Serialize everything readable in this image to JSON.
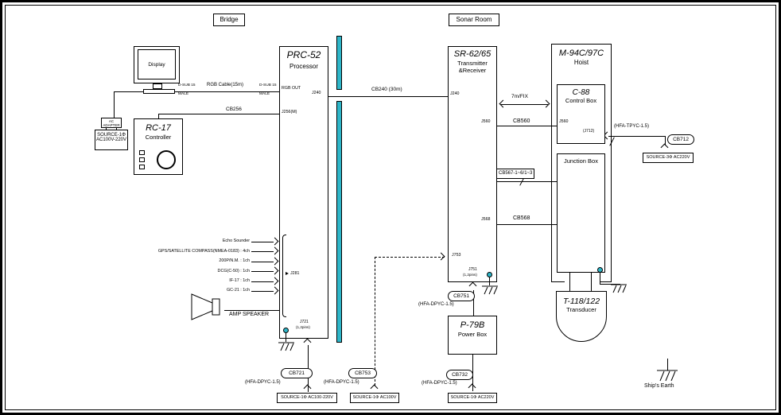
{
  "colors": {
    "accent_teal": "#2eb6c9",
    "line": "#000000",
    "background": "#ffffff"
  },
  "regions": {
    "bridge": "Bridge",
    "sonar_room": "Sonar Room"
  },
  "display": {
    "title": "Display"
  },
  "ac_adapter": {
    "line1": "AC",
    "line2": "ADAPTER"
  },
  "display_source": {
    "line1": "SOURCE-1Φ",
    "line2": "AC100V-220V"
  },
  "rc17": {
    "model": "RC-17",
    "name": "Controller"
  },
  "prc52": {
    "model": "PRC-52",
    "name": "Processor",
    "rgb_out": "RGB OUT",
    "j240": "J240",
    "j256": "J256(M)",
    "j281": "J281",
    "j721": "J721",
    "j721_pins": "(1,2pins)"
  },
  "cables": {
    "rgb": "RGB Cable(15m)",
    "dsub": "D-SUB 15",
    "male": "MALE",
    "cb256": "CB256",
    "cb240": "CB240 (30m)",
    "run_7m": "7m/FIX",
    "cb560": "CB560",
    "cb567": "CB567-1~6/1~3",
    "cb568": "CB568"
  },
  "inputs": {
    "items": [
      "Echo Sounder",
      "GPS/SATELLITE COMPASS(NMEA-0183) : 4ch",
      "200P/N.M. : 1ch",
      "DCG(C-50) : 1ch",
      "IF-17 : 1ch",
      "GC-21 : 1ch"
    ],
    "amp_speaker": "AMP SPEAKER"
  },
  "sr": {
    "model": "SR-62/65",
    "name1": "Transmitter",
    "name2": "&Receiver",
    "j240": "J240",
    "j560": "J560",
    "j568": "J568",
    "j753": "J753",
    "j751": "J751",
    "j751_pins": "(1,2pins)"
  },
  "hoist": {
    "model": "M-94C/97C",
    "name": "Hoist"
  },
  "c88": {
    "model": "C-88",
    "name": "Control Box",
    "j560": "J560",
    "j712": "(J712)"
  },
  "junction_box": {
    "name": "Junction Box"
  },
  "transducer": {
    "model": "T-118/122",
    "name": "Transducer"
  },
  "p79b": {
    "model": "P-79B",
    "name": "Power Box"
  },
  "power": {
    "cb721": {
      "tag": "CB721",
      "cable": "(HFA-DPYC-1.5)",
      "source": "SOURCE-1Φ AC100-220V"
    },
    "cb753": {
      "tag": "CB753",
      "cable": "(HFA-DPYC-1.5)",
      "source": "SOURCE-1Φ AC100V"
    },
    "cb751": {
      "tag": "CB751",
      "cable": "(HFA-DPYC-1.5)"
    },
    "cb732": {
      "tag": "CB732",
      "cable": "(HFA-DPYC-1.5)",
      "source": "SOURCE-1Φ AC220V"
    },
    "cb712": {
      "tag": "CB712",
      "cable": "(HFA-TPYC-1.5)",
      "source": "SOURCE-3Φ AC220V"
    }
  },
  "earth": {
    "label": "Ship's Earth"
  }
}
